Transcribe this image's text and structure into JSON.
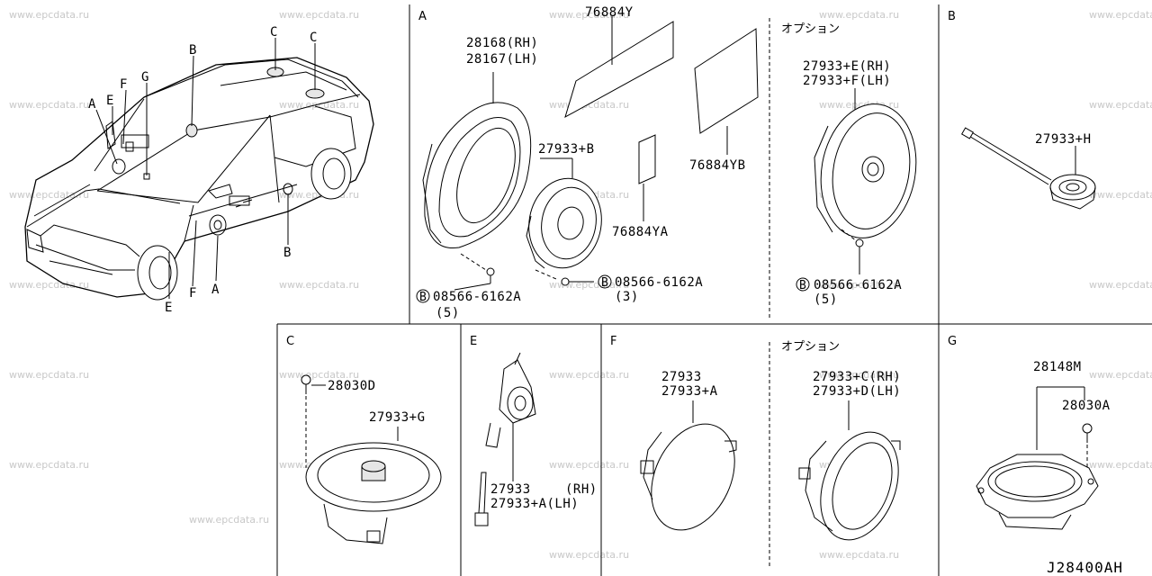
{
  "watermark": "www.epcdata.ru",
  "diagram_code": "J28400AH",
  "option_label": "オプション",
  "car_callouts": {
    "A": "A",
    "B": "B",
    "C": "C",
    "E": "E",
    "F": "F",
    "G": "G"
  },
  "sections": {
    "A": {
      "title": "A",
      "parts": {
        "p28168": "28168(RH)",
        "p28167": "28167(LH)",
        "p76884Y": "76884Y",
        "p76884YB": "76884YB",
        "p76884YA": "76884YA",
        "p27933B": "27933+B",
        "bolt1": "08566-6162A",
        "bolt1_qty": "(5)",
        "bolt2": "08566-6162A",
        "bolt2_qty": "(3)",
        "opt_e": "27933+E(RH)",
        "opt_f": "27933+F(LH)",
        "bolt3": "08566-6162A",
        "bolt3_qty": "(5)"
      }
    },
    "B": {
      "title": "B",
      "parts": {
        "p27933H": "27933+H"
      }
    },
    "C": {
      "title": "C",
      "parts": {
        "p28030D": "28030D",
        "p27933G": "27933+G"
      }
    },
    "E": {
      "title": "E",
      "parts": {
        "p27933": "27933",
        "rh": "(RH)",
        "p27933A": "27933+A(LH)"
      }
    },
    "F": {
      "title": "F",
      "parts": {
        "p27933": "27933",
        "p27933A": "27933+A",
        "opt_c": "27933+C(RH)",
        "opt_d": "27933+D(LH)"
      }
    },
    "G": {
      "title": "G",
      "parts": {
        "p28148M": "28148M",
        "p28030A": "28030A"
      }
    }
  }
}
